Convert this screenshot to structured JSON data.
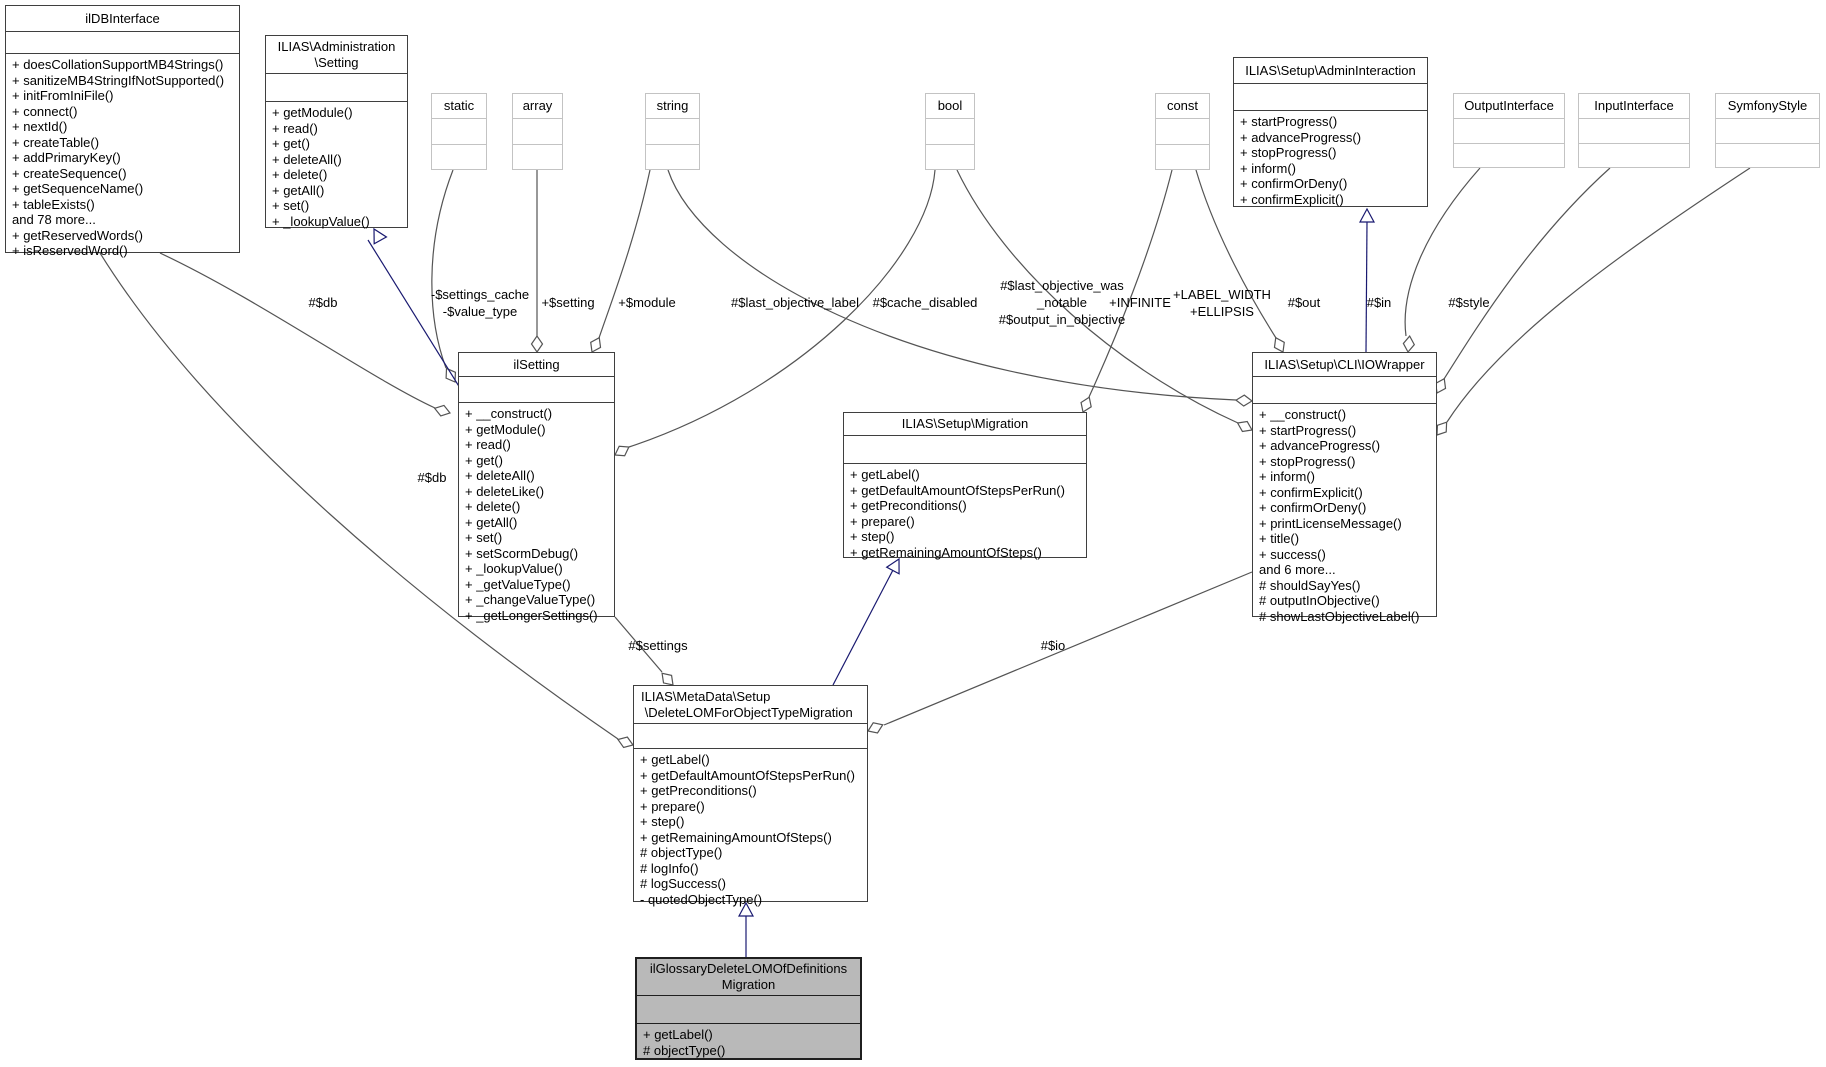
{
  "classes": {
    "ildbinterface": {
      "title": "ilDBInterface",
      "methods": [
        "+ doesCollationSupportMB4Strings()",
        "+ sanitizeMB4StringIfNotSupported()",
        "+ initFromIniFile()",
        "+ connect()",
        "+ nextId()",
        "+ createTable()",
        "+ addPrimaryKey()",
        "+ createSequence()",
        "+ getSequenceName()",
        "+ tableExists()",
        "and 78 more...",
        "+ getReservedWords()",
        "+ isReservedWord()"
      ]
    },
    "administration_setting": {
      "title_lines": [
        "ILIAS\\Administration",
        "\\Setting"
      ],
      "methods": [
        "+ getModule()",
        "+ read()",
        "+ get()",
        "+ deleteAll()",
        "+ delete()",
        "+ getAll()",
        "+ set()",
        "+ _lookupValue()"
      ]
    },
    "type_static": {
      "title": "static"
    },
    "type_array": {
      "title": "array"
    },
    "type_string": {
      "title": "string"
    },
    "type_bool": {
      "title": "bool"
    },
    "type_const": {
      "title": "const"
    },
    "admin_interaction": {
      "title": "ILIAS\\Setup\\AdminInteraction",
      "methods": [
        "+ startProgress()",
        "+ advanceProgress()",
        "+ stopProgress()",
        "+ inform()",
        "+ confirmOrDeny()",
        "+ confirmExplicit()"
      ]
    },
    "output_interface": {
      "title": "OutputInterface"
    },
    "input_interface": {
      "title": "InputInterface"
    },
    "symfony_style": {
      "title": "SymfonyStyle"
    },
    "ilsetting": {
      "title": "ilSetting",
      "methods": [
        "+ __construct()",
        "+ getModule()",
        "+ read()",
        "+ get()",
        "+ deleteAll()",
        "+ deleteLike()",
        "+ delete()",
        "+ getAll()",
        "+ set()",
        "+ setScormDebug()",
        "+ _lookupValue()",
        "+ _getValueType()",
        "+ _changeValueType()",
        "+ _getLongerSettings()"
      ]
    },
    "migration": {
      "title": "ILIAS\\Setup\\Migration",
      "methods": [
        "+ getLabel()",
        "+ getDefaultAmountOfStepsPerRun()",
        "+ getPreconditions()",
        "+ prepare()",
        "+ step()",
        "+ getRemainingAmountOfSteps()"
      ]
    },
    "iowrapper": {
      "title": "ILIAS\\Setup\\CLI\\IOWrapper",
      "methods": [
        "+ __construct()",
        "+ startProgress()",
        "+ advanceProgress()",
        "+ stopProgress()",
        "+ inform()",
        "+ confirmExplicit()",
        "+ confirmOrDeny()",
        "+ printLicenseMessage()",
        "+ title()",
        "+ success()",
        "and 6 more...",
        "# shouldSayYes()",
        "# outputInObjective()",
        "# showLastObjectiveLabel()"
      ]
    },
    "delete_lom_migration": {
      "title_lines": [
        "ILIAS\\MetaData\\Setup",
        " \\DeleteLOMForObjectTypeMigration"
      ],
      "methods": [
        "+ getLabel()",
        "+ getDefaultAmountOfStepsPerRun()",
        "+ getPreconditions()",
        "+ prepare()",
        "+ step()",
        "+ getRemainingAmountOfSteps()",
        "# objectType()",
        "# logInfo()",
        "# logSuccess()",
        "- quotedObjectType()"
      ]
    },
    "glossary_migration": {
      "title_lines": [
        "ilGlossaryDeleteLOMOfDefinitions",
        "Migration"
      ],
      "methods": [
        "+ getLabel()",
        "# objectType()"
      ]
    }
  },
  "edge_labels": {
    "db_setting": "#$db",
    "settings_cache_lines": [
      "-$settings_cache",
      "-$value_type"
    ],
    "setting": "+$setting",
    "module": "+$module",
    "last_objective_label": "#$last_objective_label",
    "cache_disabled": "#$cache_disabled",
    "notable_lines": [
      "#$last_objective_was",
      "_notable",
      "#$output_in_objective"
    ],
    "infinite": "+INFINITE",
    "label_width_lines": [
      "+LABEL_WIDTH",
      "+ELLIPSIS"
    ],
    "out": "#$out",
    "in": "#$in",
    "style": "#$style",
    "db_migration": "#$db",
    "settings": "#$settings",
    "io": "#$io"
  },
  "colors": {
    "inheritance": "#191970",
    "association": "#545454",
    "highlight_fill": "#b9b9b9"
  }
}
